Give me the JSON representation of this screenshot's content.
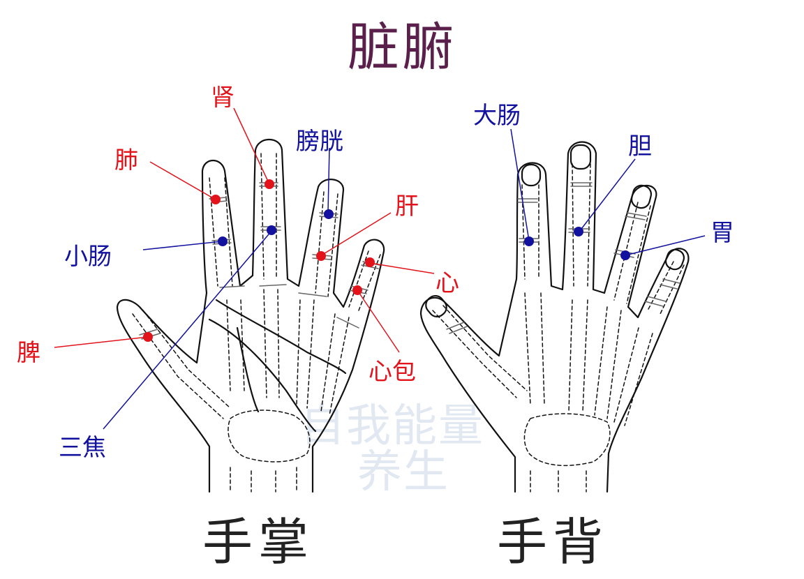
{
  "title": "脏腑",
  "captions": {
    "palm": "手掌",
    "back": "手背"
  },
  "watermark": {
    "line1": "自我能量",
    "line2": "养生"
  },
  "colors": {
    "title": "#5a1f4a",
    "yin": "#e3131b",
    "yang": "#12129e",
    "outline": "#111111"
  },
  "palm_points": [
    {
      "label": "肾",
      "group": "yin"
    },
    {
      "label": "肺",
      "group": "yin"
    },
    {
      "label": "膀胱",
      "group": "yang"
    },
    {
      "label": "肝",
      "group": "yin"
    },
    {
      "label": "小肠",
      "group": "yang"
    },
    {
      "label": "心",
      "group": "yin"
    },
    {
      "label": "心包",
      "group": "yin"
    },
    {
      "label": "脾",
      "group": "yin"
    },
    {
      "label": "三焦",
      "group": "yang"
    }
  ],
  "back_points": [
    {
      "label": "大肠",
      "group": "yang"
    },
    {
      "label": "胆",
      "group": "yang"
    },
    {
      "label": "胃",
      "group": "yang"
    }
  ]
}
